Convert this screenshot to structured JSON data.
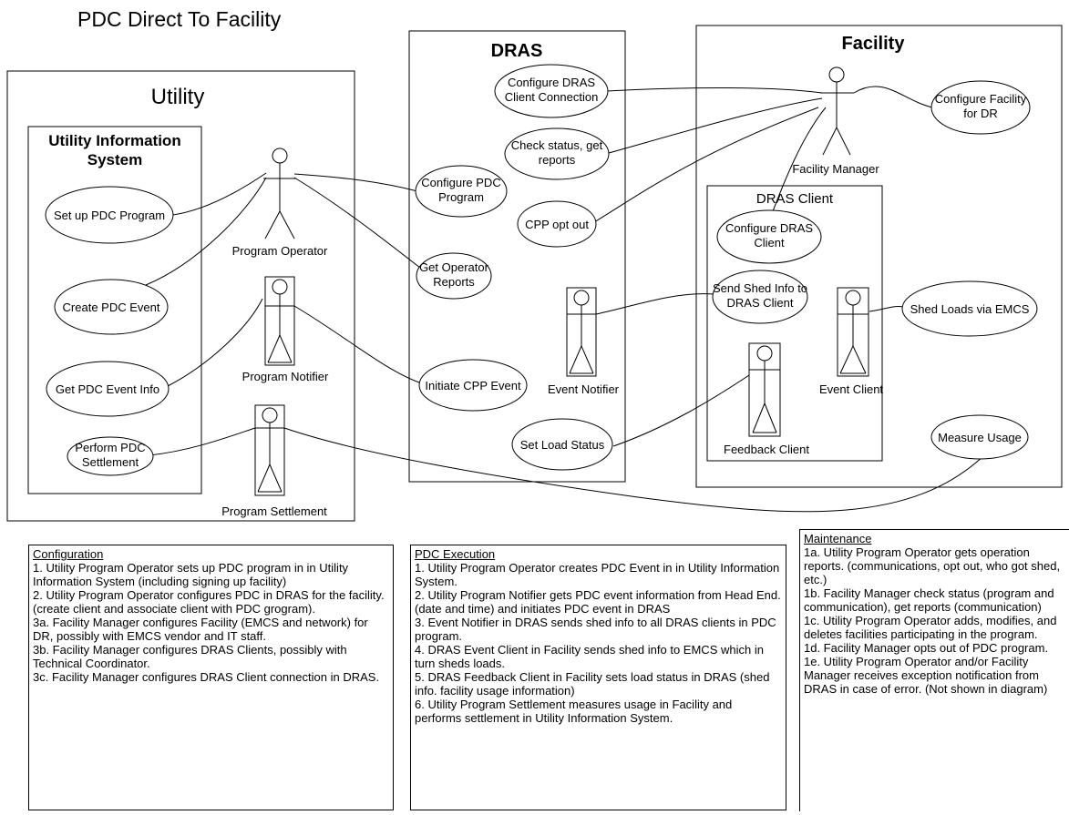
{
  "title": "PDC Direct To Facility",
  "containers": {
    "utility": "Utility",
    "uis": [
      "Utility Information",
      "System"
    ],
    "dras": "DRAS",
    "facility": "Facility",
    "dras_client": "DRAS Client"
  },
  "actors": {
    "program_operator": "Program Operator",
    "program_notifier": "Program Notifier",
    "program_settlement": "Program Settlement",
    "facility_manager": "Facility Manager",
    "event_notifier": "Event Notifier",
    "event_client": "Event Client",
    "feedback_client": "Feedback Client"
  },
  "use_cases": {
    "setup_pdc": [
      "Set up PDC Program"
    ],
    "create_pdc_event": [
      "Create PDC Event"
    ],
    "get_pdc_event_info": [
      "Get PDC Event Info"
    ],
    "perform_settlement": [
      "Perform PDC",
      "Settlement"
    ],
    "configure_dras_client_conn": [
      "Configure DRAS",
      "Client Connection"
    ],
    "check_status": [
      "Check status, get",
      "reports"
    ],
    "configure_pdc": [
      "Configure PDC",
      "Program"
    ],
    "cpp_opt_out": [
      "CPP opt out"
    ],
    "get_operator_reports": [
      "Get Operator",
      "Reports"
    ],
    "initiate_cpp": [
      "Initiate CPP Event"
    ],
    "set_load_status": [
      "Set Load Status"
    ],
    "configure_facility": [
      "Configure Facility",
      "for DR"
    ],
    "configure_dras_client": [
      "Configure DRAS",
      "Client"
    ],
    "send_shed_info": [
      "Send Shed Info to",
      "DRAS Client"
    ],
    "shed_loads": [
      "Shed Loads via EMCS"
    ],
    "measure_usage": [
      "Measure Usage"
    ]
  },
  "notes": {
    "configuration": {
      "title": "Configuration",
      "items": [
        "1. Utility Program Operator sets up PDC program in in Utility Information System (including signing up facility)",
        "2. Utility Program Operator configures PDC in DRAS for the facility. (create client and associate client with PDC grogram).",
        "3a. Facility Manager configures Facility (EMCS and network) for DR, possibly with EMCS vendor and IT staff.",
        "3b. Facility Manager configures DRAS Clients, possibly with Technical Coordinator.",
        "3c. Facility Manager configures DRAS Client connection in DRAS."
      ]
    },
    "pdc_execution": {
      "title": "PDC Execution",
      "items": [
        "1. Utility Program Operator creates PDC Event in in Utility Information System.",
        "2. Utility Program Notifier gets PDC event information from Head End. (date and time) and initiates PDC event in DRAS",
        "3. Event Notifier in DRAS sends shed info to all DRAS clients in PDC program.",
        "4. DRAS Event Client in Facility sends shed info to EMCS which in turn sheds loads.",
        "5. DRAS Feedback Client in Facility sets load status in DRAS (shed info. facility usage information)",
        "6. Utility Program Settlement measures usage in Facility and performs settlement in Utility Information System."
      ]
    },
    "maintenance": {
      "title": "Maintenance",
      "items": [
        "1a. Utility Program Operator gets operation reports. (communications, opt out, who got shed, etc.)",
        "1b. Facility Manager check status (program and communication), get reports (communication)",
        "1c. Utility Program Operator adds, modifies, and deletes facilities participating in the program.",
        "1d. Facility Manager opts out of PDC program.",
        "1e. Utility Program Operator and/or Facility Manager receives exception notification from DRAS in case of error. (Not shown in diagram)"
      ]
    }
  }
}
